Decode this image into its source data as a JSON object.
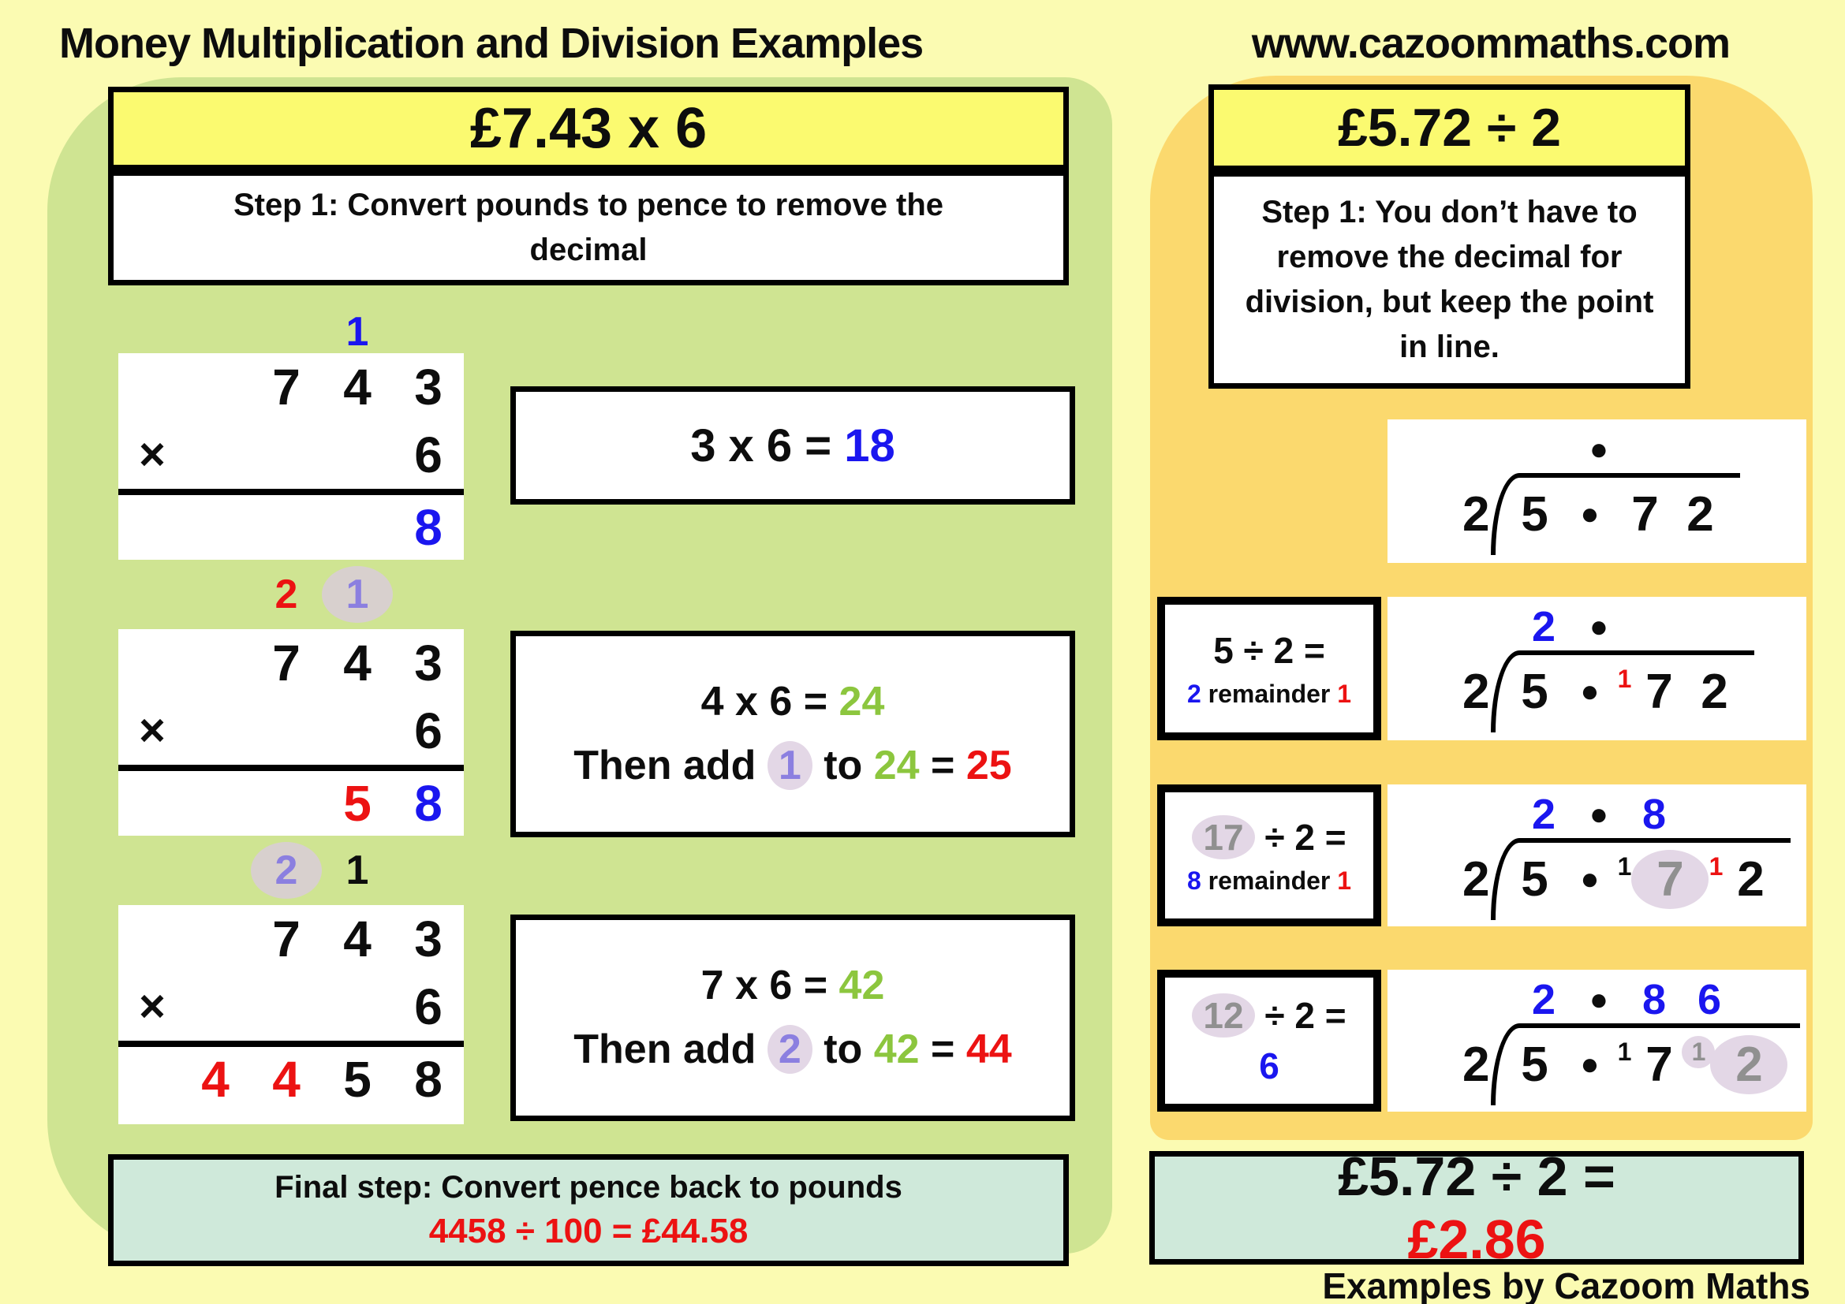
{
  "page": {
    "title_left": "Money Multiplication and Division Examples",
    "title_right": "www.cazoommaths.com",
    "footer": "Examples by Cazoom Maths"
  },
  "colors": {
    "page_bg": "#fbfbb2",
    "panel_green": "#cfe492",
    "panel_orange": "#fbd96e",
    "header_yellow": "#fbfa70",
    "mint": "#cfe9da",
    "accent_blue": "#1a16ef",
    "accent_red": "#ec1212",
    "accent_green": "#8cc63e",
    "accent_purple": "#8b7fe0"
  },
  "mult": {
    "header": "£7.43 x 6",
    "step1": "Step 1: Convert pounds to pence to remove the decimal",
    "times_symbol": "×",
    "problems": [
      {
        "carry": [
          {
            "t": "1",
            "c": "blue"
          },
          {
            "t": ""
          }
        ],
        "top": [
          {
            "t": "7"
          },
          {
            "t": "4"
          },
          {
            "t": "3"
          }
        ],
        "multiplier": [
          {
            "t": "6"
          }
        ],
        "result": [
          {
            "t": "8",
            "c": "blue"
          }
        ]
      },
      {
        "carry": [
          {
            "t": "2",
            "c": "red"
          },
          {
            "t": "1",
            "c": "purple hl-gray"
          },
          {
            "t": ""
          }
        ],
        "top": [
          {
            "t": "7"
          },
          {
            "t": "4"
          },
          {
            "t": "3"
          }
        ],
        "multiplier": [
          {
            "t": "6"
          }
        ],
        "result": [
          {
            "t": "5",
            "c": "red"
          },
          {
            "t": "8",
            "c": "blue"
          }
        ]
      },
      {
        "carry": [
          {
            "t": "2",
            "c": "purple hl-gray"
          },
          {
            "t": "1"
          },
          {
            "t": ""
          }
        ],
        "top": [
          {
            "t": "7"
          },
          {
            "t": "4"
          },
          {
            "t": "3"
          }
        ],
        "multiplier": [
          {
            "t": "6"
          }
        ],
        "result": [
          {
            "t": "4",
            "c": "red"
          },
          {
            "t": "4",
            "c": "red"
          },
          {
            "t": "5"
          },
          {
            "t": "8"
          }
        ]
      }
    ],
    "explanations": [
      {
        "line1": [
          {
            "t": "3 x 6 = "
          },
          {
            "t": "18",
            "c": "blue"
          }
        ]
      },
      {
        "line1": [
          {
            "t": "4 x 6 = "
          },
          {
            "t": "24",
            "c": "green"
          }
        ],
        "line2": [
          {
            "t": "Then add "
          },
          {
            "t": "1",
            "c": "purple hl-lav"
          },
          {
            "t": " to "
          },
          {
            "t": "24",
            "c": "green"
          },
          {
            "t": "  = "
          },
          {
            "t": "25",
            "c": "red"
          }
        ]
      },
      {
        "line1": [
          {
            "t": "7 x 6 = "
          },
          {
            "t": "42",
            "c": "green"
          }
        ],
        "line2": [
          {
            "t": "Then add "
          },
          {
            "t": "2",
            "c": "purple hl-lav"
          },
          {
            "t": " to "
          },
          {
            "t": "42",
            "c": "green"
          },
          {
            "t": "  = "
          },
          {
            "t": "44",
            "c": "red"
          }
        ]
      }
    ],
    "final": {
      "line1": "Final step: Convert pence back to pounds",
      "line2": "4458  ÷  100 = £44.58"
    }
  },
  "division": {
    "header": "£5.72 ÷ 2",
    "step1": "Step 1: You don’t have to remove the decimal for division, but keep the point in line.",
    "rows": [
      {
        "divisor": "2",
        "quotient": [
          {
            "t": ""
          },
          {
            "t": "●",
            "c": "dot"
          }
        ],
        "dividend": [
          {
            "t": "5"
          },
          {
            "t": "●",
            "c": "dot"
          },
          {
            "t": "7"
          },
          {
            "t": "2"
          }
        ]
      },
      {
        "left1": [
          {
            "t": "5 ÷ 2 ="
          }
        ],
        "left2": [
          {
            "t": "2",
            "c": "blue"
          },
          {
            "t": " remainder "
          },
          {
            "t": "1",
            "c": "red"
          }
        ],
        "divisor": "2",
        "quotient": [
          {
            "t": "2",
            "c": "blue"
          },
          {
            "t": "●",
            "c": "dot"
          }
        ],
        "dividend": [
          {
            "t": "5"
          },
          {
            "t": "●",
            "c": "dot"
          },
          {
            "t": "1",
            "c": "sup red"
          },
          {
            "t": "7"
          },
          {
            "t": "2"
          }
        ]
      },
      {
        "left1": [
          {
            "t": "17",
            "c": "gray hl-lav"
          },
          {
            "t": " ÷ 2 ="
          }
        ],
        "left2": [
          {
            "t": "8",
            "c": "blue"
          },
          {
            "t": " remainder "
          },
          {
            "t": "1",
            "c": "red"
          }
        ],
        "divisor": "2",
        "quotient": [
          {
            "t": "2",
            "c": "blue"
          },
          {
            "t": "●",
            "c": "dot"
          },
          {
            "t": "8",
            "c": "blue"
          }
        ],
        "dividend": [
          {
            "t": "5"
          },
          {
            "t": "●",
            "c": "dot"
          },
          {
            "t": "1",
            "c": "sup"
          },
          {
            "t": "7",
            "c": "gray hl-lav"
          },
          {
            "t": "1",
            "c": "sup red"
          },
          {
            "t": "2"
          }
        ]
      },
      {
        "left1": [
          {
            "t": "12",
            "c": "gray hl-lav"
          },
          {
            "t": " ÷ 2 ="
          }
        ],
        "left2": [
          {
            "t": "6",
            "c": "blue big"
          }
        ],
        "divisor": "2",
        "quotient": [
          {
            "t": "2",
            "c": "blue"
          },
          {
            "t": "●",
            "c": "dot"
          },
          {
            "t": "8",
            "c": "blue"
          },
          {
            "t": "6",
            "c": "blue"
          }
        ],
        "dividend": [
          {
            "t": "5"
          },
          {
            "t": "●",
            "c": "dot"
          },
          {
            "t": "1",
            "c": "sup"
          },
          {
            "t": "7"
          },
          {
            "t": "1",
            "c": "sup gray hl-lav"
          },
          {
            "t": "2",
            "c": "gray hl-lav"
          }
        ]
      }
    ],
    "final": [
      {
        "t": "£5.72 ÷ 2 = "
      },
      {
        "t": "£2.86",
        "c": "red"
      }
    ]
  }
}
